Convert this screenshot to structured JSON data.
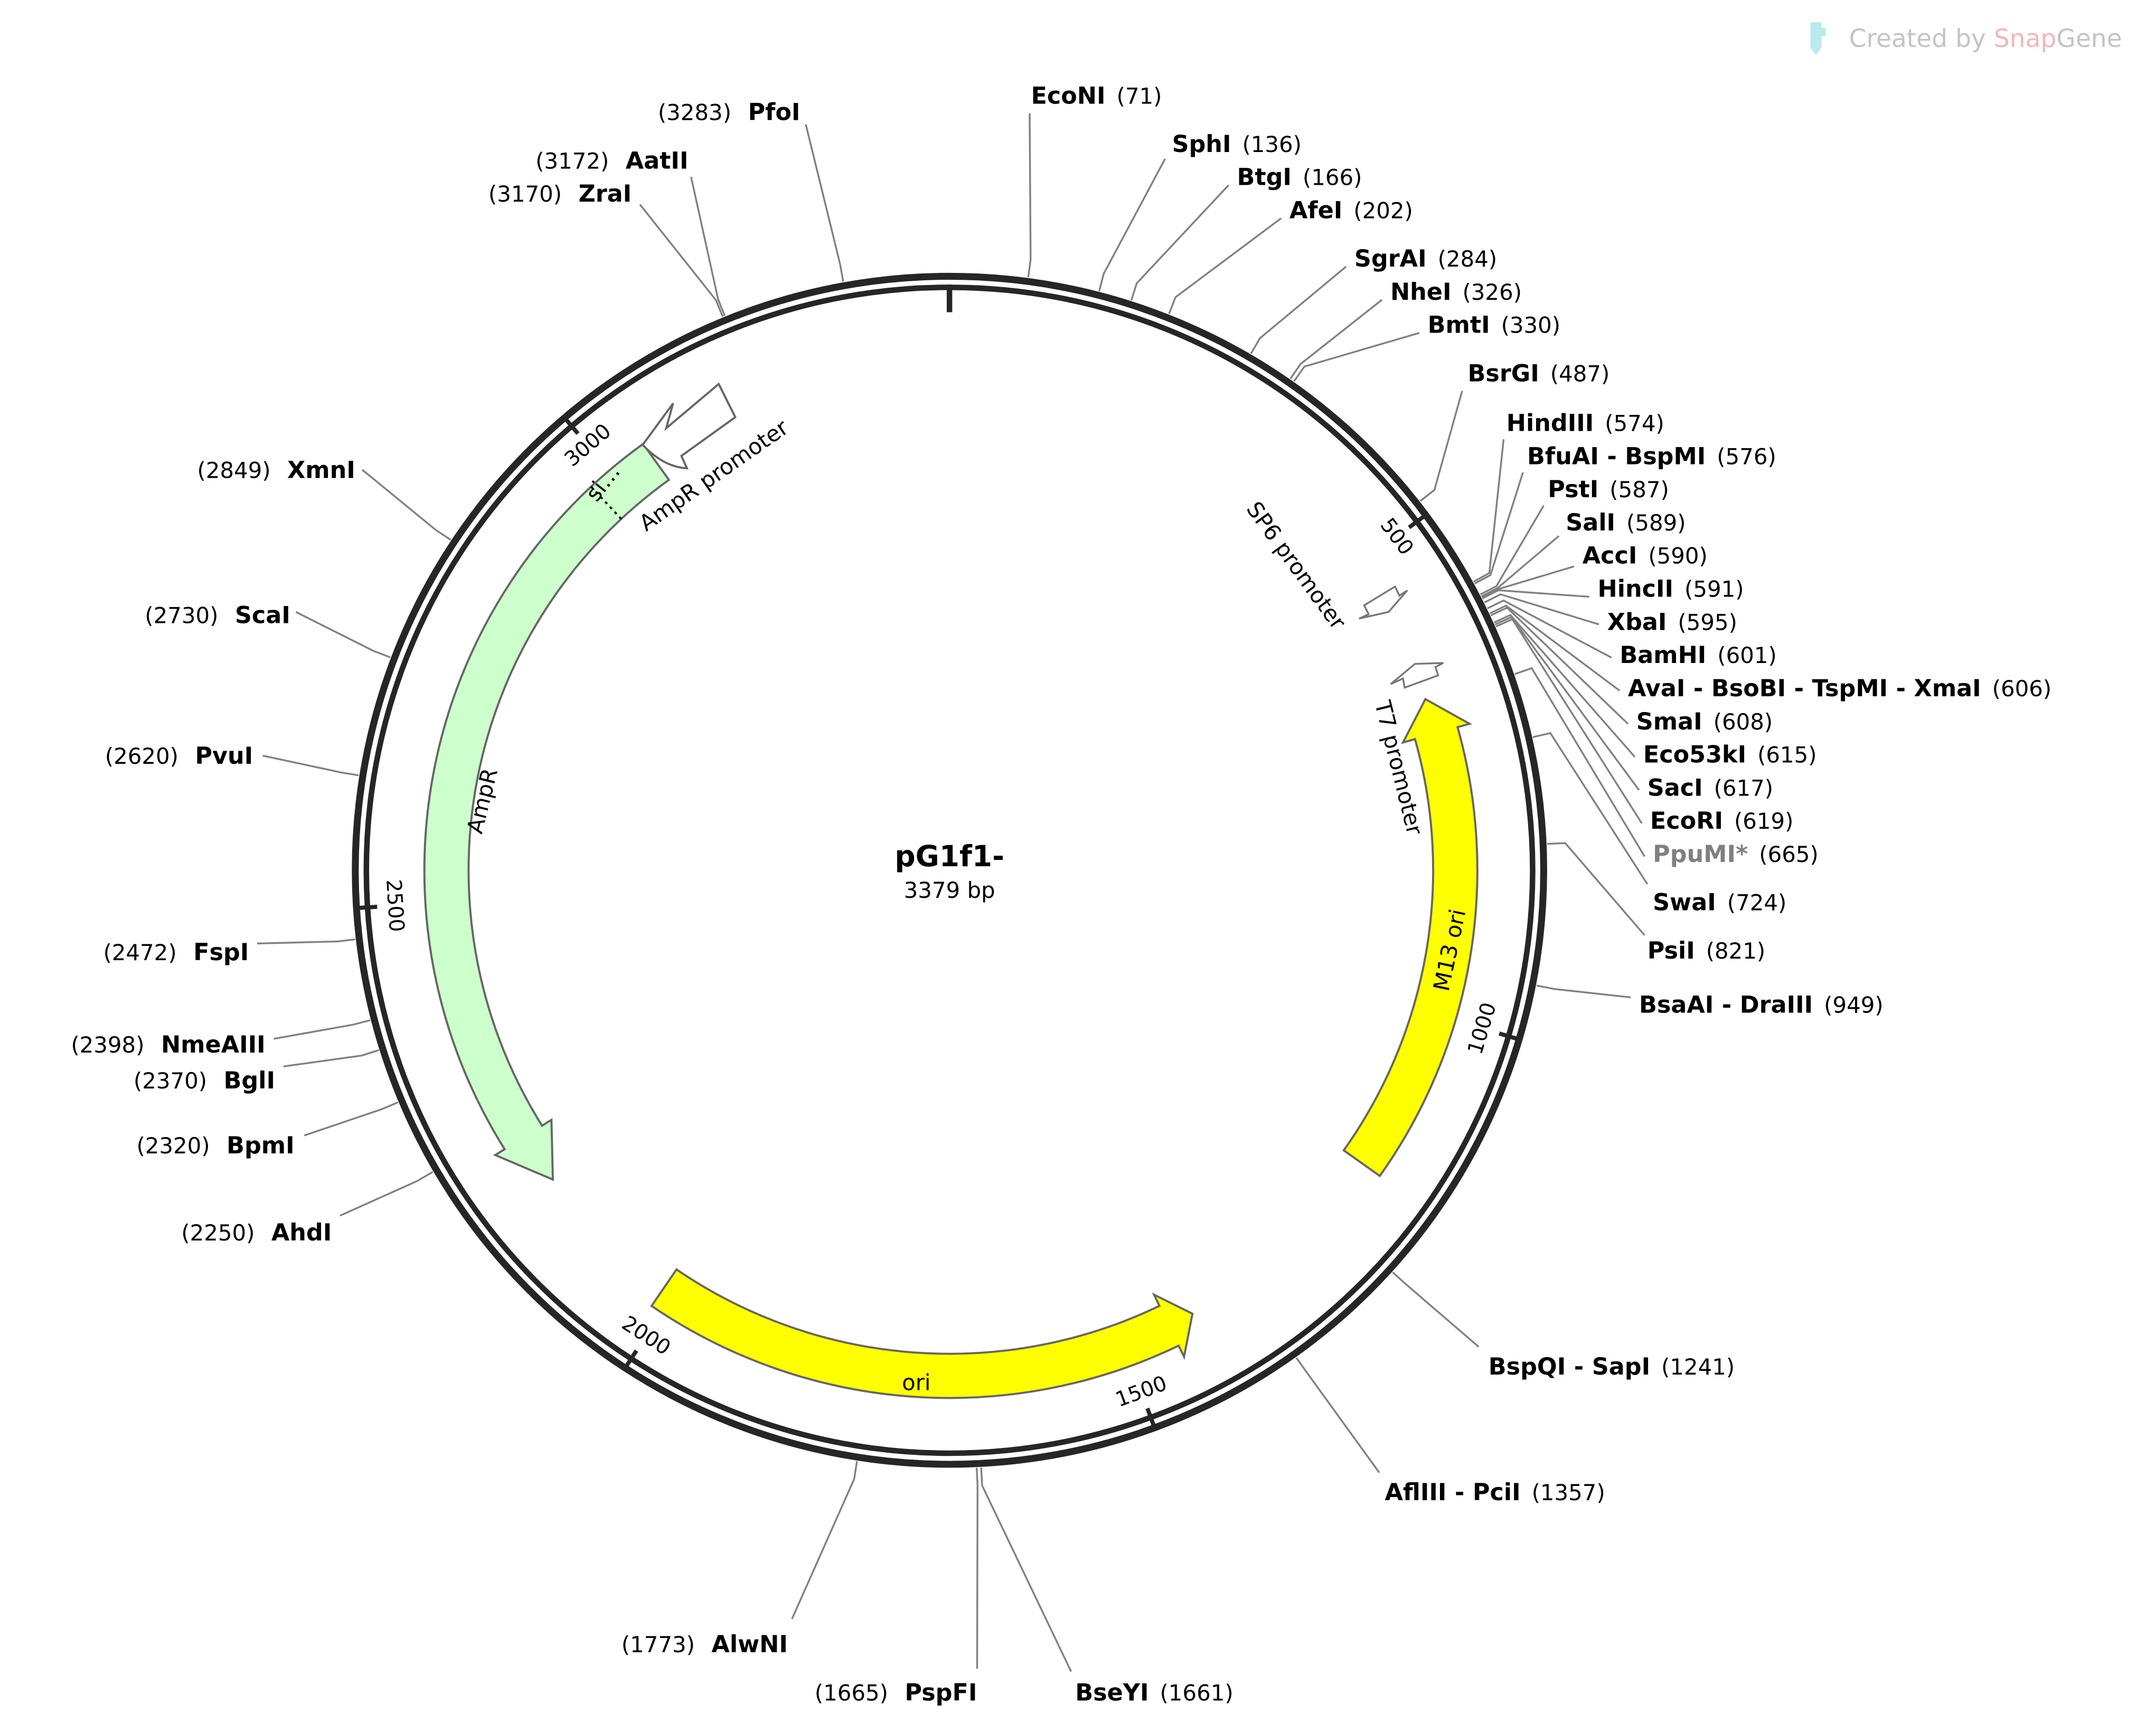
{
  "watermark": {
    "prefix": "Created by ",
    "brand1": "Snap",
    "brand2": "Gene",
    "icon": "tube-icon",
    "colors": {
      "text": "#c4c4c4",
      "brand": "#f5b5b5",
      "icon": "#b8eaee"
    }
  },
  "plasmid": {
    "name": "pG1f1-",
    "length_label": "3379 bp",
    "length": 3379
  },
  "ticks": [
    {
      "pos": 500,
      "label": "500"
    },
    {
      "pos": 1000,
      "label": "1000"
    },
    {
      "pos": 1500,
      "label": "1500"
    },
    {
      "pos": 2000,
      "label": "2000"
    },
    {
      "pos": 2500,
      "label": "2500"
    },
    {
      "pos": 3000,
      "label": "3000"
    }
  ],
  "features": [
    {
      "name": "AmpR",
      "start": 2178,
      "end": 3044,
      "strand": "reverse",
      "color": "#ccffcc"
    },
    {
      "name": "si…",
      "start": 2975,
      "end": 3044,
      "strand": "reverse",
      "color": "#ccffcc"
    },
    {
      "name": "AmpR promoter",
      "start": 3044,
      "end": 3149,
      "strand": "reverse",
      "color": "#ffffff"
    },
    {
      "name": "ori",
      "start": 1420,
      "end": 2012,
      "strand": "reverse",
      "color": "#ffff00"
    },
    {
      "name": "M13 ori",
      "start": 659,
      "end": 1177,
      "strand": "reverse",
      "color": "#ffff00"
    },
    {
      "name": "SP6 promoter",
      "start": 548,
      "end": 566,
      "strand": "forward",
      "color": "#ffffff"
    },
    {
      "name": "T7 promoter",
      "start": 622,
      "end": 640,
      "strand": "reverse",
      "color": "#ffffff"
    }
  ],
  "enzymes": [
    {
      "name": "EcoNI",
      "pos": 71,
      "pos_label": "(71)"
    },
    {
      "name": "SphI",
      "pos": 136,
      "pos_label": "(136)"
    },
    {
      "name": "BtgI",
      "pos": 166,
      "pos_label": "(166)"
    },
    {
      "name": "AfeI",
      "pos": 202,
      "pos_label": "(202)"
    },
    {
      "name": "SgrAI",
      "pos": 284,
      "pos_label": "(284)"
    },
    {
      "name": "NheI",
      "pos": 326,
      "pos_label": "(326)"
    },
    {
      "name": "BmtI",
      "pos": 330,
      "pos_label": "(330)"
    },
    {
      "name": "BsrGI",
      "pos": 487,
      "pos_label": "(487)"
    },
    {
      "name": "HindIII",
      "pos": 574,
      "pos_label": "(574)"
    },
    {
      "name": "BfuAI - BspMI",
      "pos": 576,
      "pos_label": "(576)"
    },
    {
      "name": "PstI",
      "pos": 587,
      "pos_label": "(587)"
    },
    {
      "name": "SalI",
      "pos": 589,
      "pos_label": "(589)"
    },
    {
      "name": "AccI",
      "pos": 590,
      "pos_label": "(590)"
    },
    {
      "name": "HincII",
      "pos": 591,
      "pos_label": "(591)"
    },
    {
      "name": "XbaI",
      "pos": 595,
      "pos_label": "(595)"
    },
    {
      "name": "BamHI",
      "pos": 601,
      "pos_label": "(601)"
    },
    {
      "name": "AvaI - BsoBI - TspMI - XmaI",
      "pos": 606,
      "pos_label": "(606)"
    },
    {
      "name": "SmaI",
      "pos": 608,
      "pos_label": "(608)"
    },
    {
      "name": "Eco53kI",
      "pos": 615,
      "pos_label": "(615)"
    },
    {
      "name": "SacI",
      "pos": 617,
      "pos_label": "(617)"
    },
    {
      "name": "EcoRI",
      "pos": 619,
      "pos_label": "(619)"
    },
    {
      "name": "PpuMI*",
      "pos": 665,
      "pos_label": "(665)",
      "color": "#808080"
    },
    {
      "name": "SwaI",
      "pos": 724,
      "pos_label": "(724)"
    },
    {
      "name": "PsiI",
      "pos": 821,
      "pos_label": "(821)"
    },
    {
      "name": "BsaAI - DraIII",
      "pos": 949,
      "pos_label": "(949)"
    },
    {
      "name": "BspQI - SapI",
      "pos": 1241,
      "pos_label": "(1241)"
    },
    {
      "name": "AflIII - PciI",
      "pos": 1357,
      "pos_label": "(1357)"
    },
    {
      "name": "BseYI",
      "pos": 1661,
      "pos_label": "(1661)"
    },
    {
      "name": "PspFI",
      "pos": 1665,
      "pos_label": "(1665)"
    },
    {
      "name": "AlwNI",
      "pos": 1773,
      "pos_label": "(1773)"
    },
    {
      "name": "AhdI",
      "pos": 2250,
      "pos_label": "(2250)"
    },
    {
      "name": "BpmI",
      "pos": 2320,
      "pos_label": "(2320)"
    },
    {
      "name": "BglI",
      "pos": 2370,
      "pos_label": "(2370)"
    },
    {
      "name": "NmeAIII",
      "pos": 2398,
      "pos_label": "(2398)"
    },
    {
      "name": "FspI",
      "pos": 2472,
      "pos_label": "(2472)"
    },
    {
      "name": "PvuI",
      "pos": 2620,
      "pos_label": "(2620)"
    },
    {
      "name": "ScaI",
      "pos": 2730,
      "pos_label": "(2730)"
    },
    {
      "name": "XmnI",
      "pos": 2849,
      "pos_label": "(2849)"
    },
    {
      "name": "ZraI",
      "pos": 3170,
      "pos_label": "(3170)"
    },
    {
      "name": "AatII",
      "pos": 3172,
      "pos_label": "(3172)"
    },
    {
      "name": "PfoI",
      "pos": 3283,
      "pos_label": "(3283)"
    }
  ]
}
